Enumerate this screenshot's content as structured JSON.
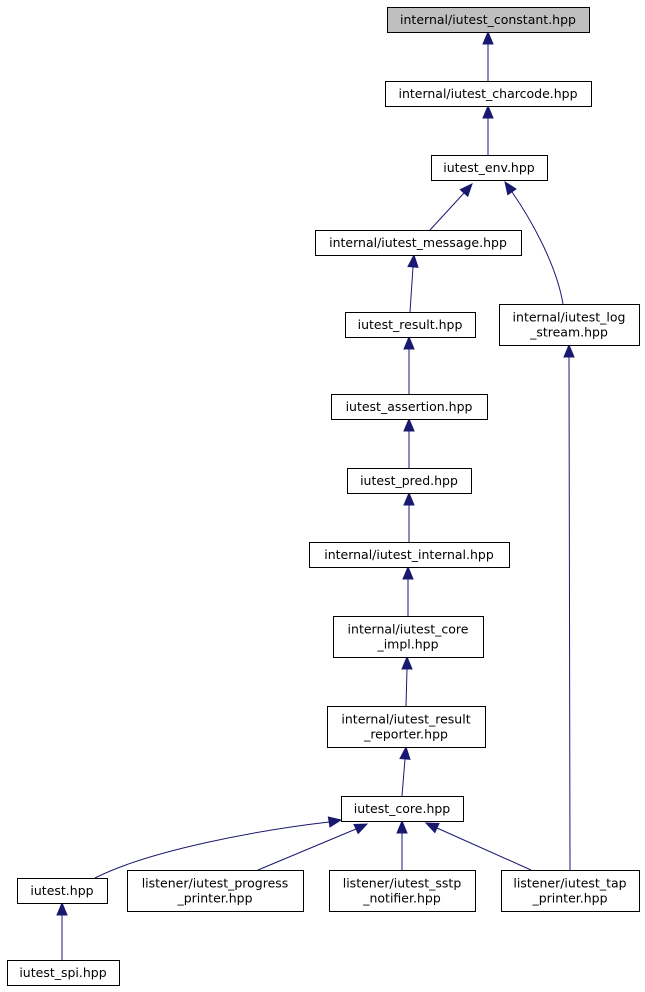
{
  "colors": {
    "edge": "#191970",
    "node_border": "#000000",
    "node_fill": "#ffffff",
    "highlight_fill": "#bfbfbf"
  },
  "nodes": [
    {
      "id": "constant",
      "lines": [
        "internal/iutest_constant.hpp"
      ],
      "highlight": true
    },
    {
      "id": "charcode",
      "lines": [
        "internal/iutest_charcode.hpp"
      ]
    },
    {
      "id": "env",
      "lines": [
        "iutest_env.hpp"
      ]
    },
    {
      "id": "message",
      "lines": [
        "internal/iutest_message.hpp"
      ]
    },
    {
      "id": "log_stream",
      "lines": [
        "internal/iutest_log",
        "_stream.hpp"
      ]
    },
    {
      "id": "result",
      "lines": [
        "iutest_result.hpp"
      ]
    },
    {
      "id": "assertion",
      "lines": [
        "iutest_assertion.hpp"
      ]
    },
    {
      "id": "pred",
      "lines": [
        "iutest_pred.hpp"
      ]
    },
    {
      "id": "internal",
      "lines": [
        "internal/iutest_internal.hpp"
      ]
    },
    {
      "id": "core_impl",
      "lines": [
        "internal/iutest_core",
        "_impl.hpp"
      ]
    },
    {
      "id": "result_reporter",
      "lines": [
        "internal/iutest_result",
        "_reporter.hpp"
      ]
    },
    {
      "id": "core",
      "lines": [
        "iutest_core.hpp"
      ]
    },
    {
      "id": "iutest",
      "lines": [
        "iutest.hpp"
      ]
    },
    {
      "id": "progress_printer",
      "lines": [
        "listener/iutest_progress",
        "_printer.hpp"
      ]
    },
    {
      "id": "sstp_notifier",
      "lines": [
        "listener/iutest_sstp",
        "_notifier.hpp"
      ]
    },
    {
      "id": "tap_printer",
      "lines": [
        "listener/iutest_tap",
        "_printer.hpp"
      ]
    },
    {
      "id": "spi",
      "lines": [
        "iutest_spi.hpp"
      ]
    }
  ],
  "edges": [
    {
      "from": "charcode",
      "to": "constant"
    },
    {
      "from": "env",
      "to": "charcode"
    },
    {
      "from": "message",
      "to": "env"
    },
    {
      "from": "log_stream",
      "to": "env"
    },
    {
      "from": "result",
      "to": "message"
    },
    {
      "from": "assertion",
      "to": "result"
    },
    {
      "from": "pred",
      "to": "assertion"
    },
    {
      "from": "internal",
      "to": "pred"
    },
    {
      "from": "core_impl",
      "to": "internal"
    },
    {
      "from": "result_reporter",
      "to": "core_impl"
    },
    {
      "from": "core",
      "to": "result_reporter"
    },
    {
      "from": "iutest",
      "to": "core"
    },
    {
      "from": "progress_printer",
      "to": "core"
    },
    {
      "from": "sstp_notifier",
      "to": "core"
    },
    {
      "from": "tap_printer",
      "to": "core"
    },
    {
      "from": "tap_printer",
      "to": "log_stream"
    },
    {
      "from": "spi",
      "to": "iutest"
    }
  ]
}
